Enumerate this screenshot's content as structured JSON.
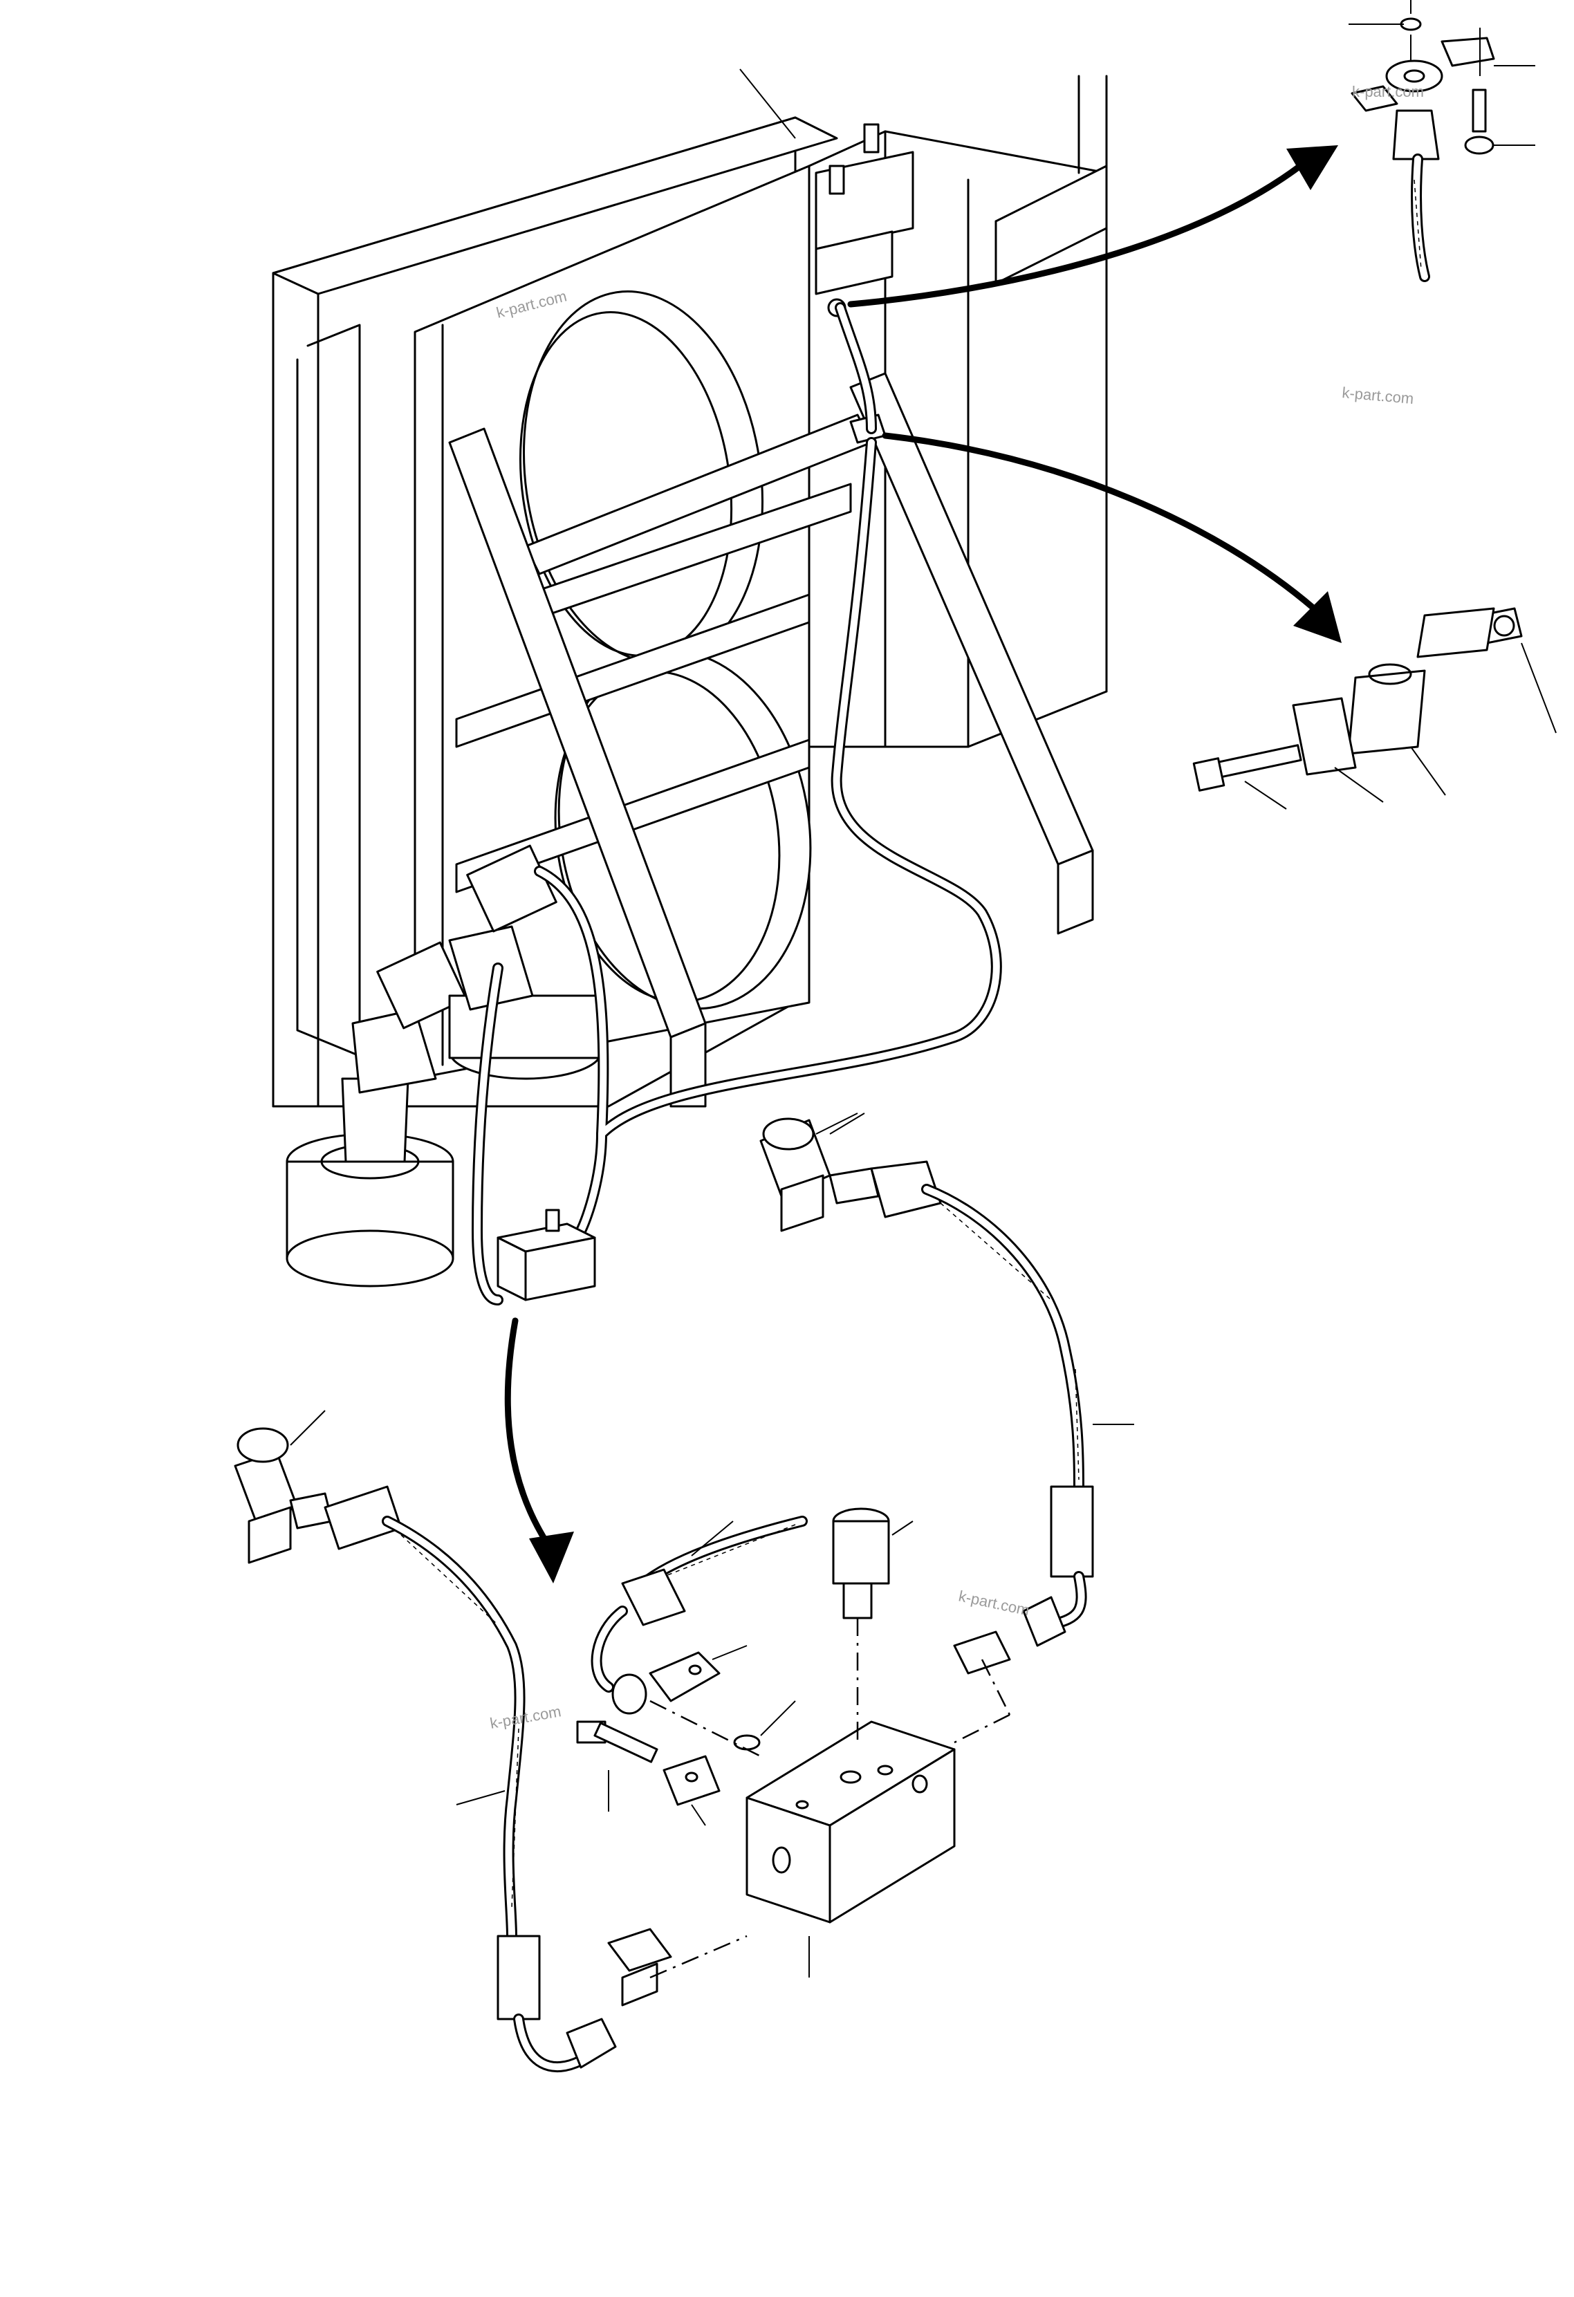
{
  "watermarks": [
    {
      "text": "k-part.com"
    },
    {
      "text": "k-part.com"
    },
    {
      "text": "k-part.com"
    },
    {
      "text": "k-part.com"
    },
    {
      "text": "k-part.com"
    }
  ],
  "icons": {
    "radiator": "radiator-assembly-icon",
    "fan": "cooling-fan-icon",
    "manifold": "distribution-block-icon",
    "hose": "braided-hose-icon",
    "clamp": "split-clamp-icon",
    "sensor": "pressure-switch-icon"
  }
}
